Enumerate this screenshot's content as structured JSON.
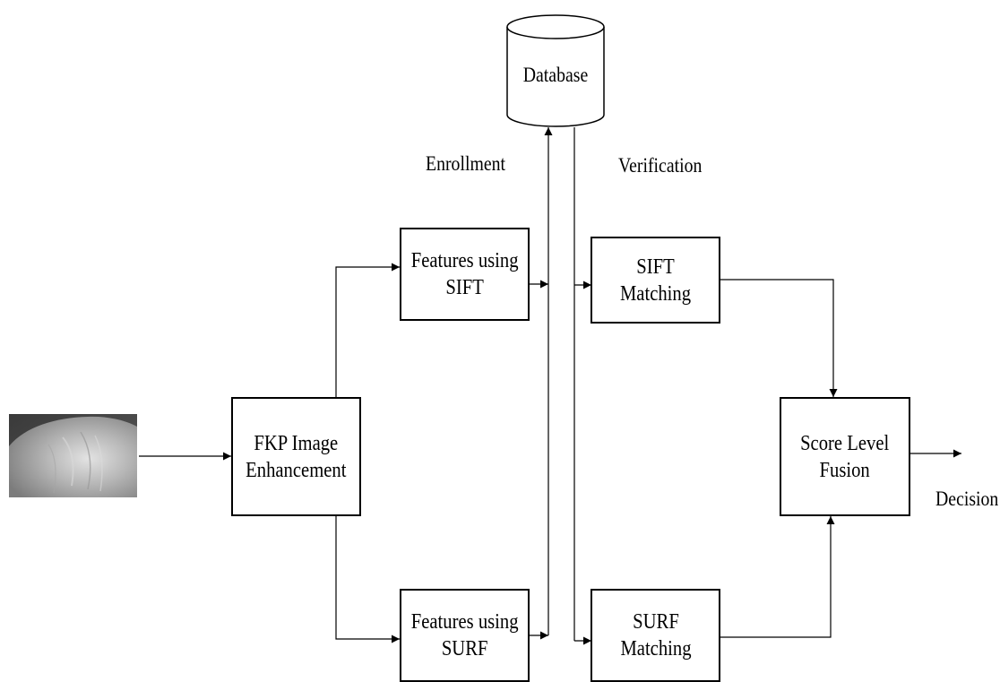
{
  "nodes": {
    "database": {
      "label": "Database"
    },
    "fkp_enhancement": {
      "label": "FKP Image\nEnhancement"
    },
    "sift_features": {
      "label": "Features using\nSIFT"
    },
    "surf_features": {
      "label": "Features using\nSURF"
    },
    "sift_matching": {
      "label": "SIFT Matching"
    },
    "surf_matching": {
      "label": "SURF\nMatching"
    },
    "score_fusion": {
      "label": "Score Level\nFusion"
    }
  },
  "labels": {
    "enrollment": "Enrollment",
    "verification": "Verification",
    "decision": "Decision"
  },
  "image": {
    "icon": "finger-knuckle-print-photo"
  },
  "colors": {
    "stroke": "#000000",
    "background": "#ffffff"
  }
}
